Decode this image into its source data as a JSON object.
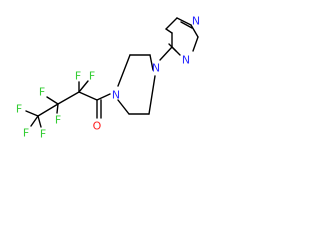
{
  "molecule": {
    "atoms": {
      "n_pyrazine_top": "N",
      "n_pyrazine_bottom": "N",
      "n_piperazine_right": "N",
      "n_piperazine_left": "N",
      "o_carbonyl": "O",
      "f1": "F",
      "f2": "F",
      "f3": "F",
      "f4": "F",
      "f5": "F",
      "f6": "F",
      "f7": "F"
    },
    "colors": {
      "nitrogen": "#2b2bff",
      "fluorine": "#33cc33",
      "oxygen": "#ff2020",
      "carbon_bond": "#000000"
    }
  }
}
